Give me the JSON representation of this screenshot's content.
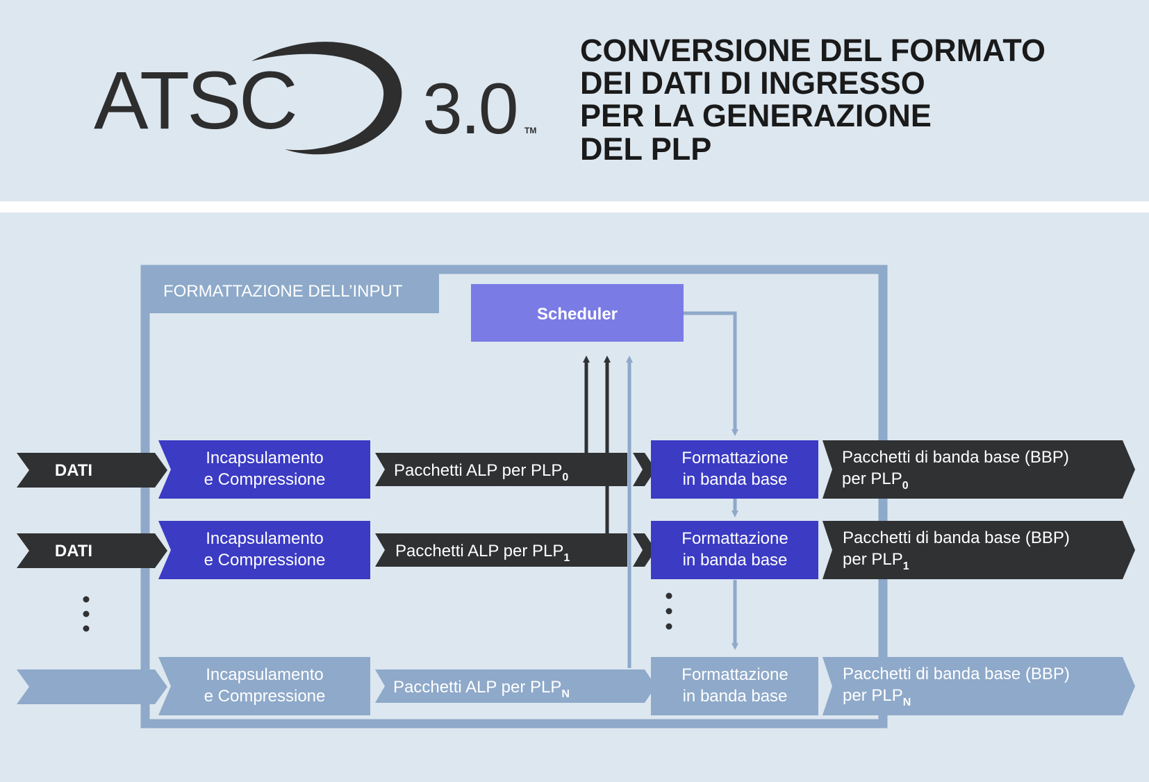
{
  "header": {
    "logo": {
      "letters": "ATSC",
      "version": "3.0",
      "trademark": "TM"
    },
    "title_lines": [
      "CONVERSIONE DEL FORMATO",
      "DEI DATI DI INGRESSO",
      "PER LA GENERAZIONE",
      "DEL PLP"
    ]
  },
  "diagram": {
    "frame_label": "FORMATTAZIONE DELL’INPUT",
    "scheduler_label": "Scheduler",
    "rows": [
      {
        "input": "DATI",
        "encap": [
          "Incapsulamento",
          "e Compressione"
        ],
        "alp": "Pacchetti ALP per PLP",
        "alp_sub": "0",
        "bbf": [
          "Formattazione",
          "in banda base"
        ],
        "bbp_line1": "Pacchetti di banda base (BBP)",
        "bbp_line2": "per PLP",
        "bbp_sub": "0"
      },
      {
        "input": "DATI",
        "encap": [
          "Incapsulamento",
          "e Compressione"
        ],
        "alp": "Pacchetti ALP per PLP",
        "alp_sub": "1",
        "bbf": [
          "Formattazione",
          "in banda base"
        ],
        "bbp_line1": "Pacchetti di banda base (BBP)",
        "bbp_line2": "per PLP",
        "bbp_sub": "1"
      },
      {
        "input": "",
        "encap": [
          "Incapsulamento",
          "e Compressione"
        ],
        "alp": "Pacchetti ALP per PLP",
        "alp_sub": "N",
        "bbf": [
          "Formattazione",
          "in banda base"
        ],
        "bbp_line1": "Pacchetti di banda base (BBP)",
        "bbp_line2": "per PLP",
        "bbp_sub": "N"
      }
    ]
  },
  "colors": {
    "background": "#dde7f0",
    "frame": "#8ea9c9",
    "dark": "#2f3133",
    "blue": "#3b3bc4",
    "scheduler": "#7b7be6",
    "light": "#8ea9c9",
    "white": "#ffffff"
  }
}
